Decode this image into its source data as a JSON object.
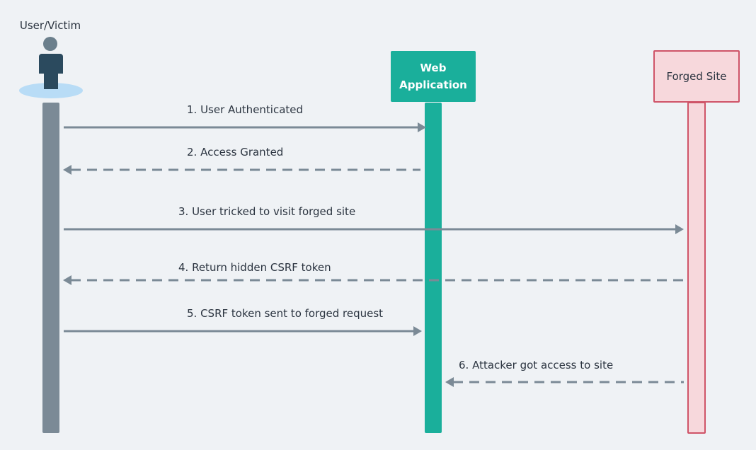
{
  "participants": {
    "user": "User/Victim",
    "web": "Web\nApplication",
    "forged": "Forged Site"
  },
  "messages": [
    {
      "label": "1. User Authenticated",
      "from": "user",
      "to": "web",
      "style": "solid"
    },
    {
      "label": "2. Access Granted",
      "from": "web",
      "to": "user",
      "style": "dashed"
    },
    {
      "label": "3. User tricked to visit forged site",
      "from": "user",
      "to": "forged",
      "style": "solid"
    },
    {
      "label": "4. Return hidden CSRF token",
      "from": "forged",
      "to": "user",
      "style": "dashed"
    },
    {
      "label": "5. CSRF token sent to forged request",
      "from": "user",
      "to": "web",
      "style": "solid"
    },
    {
      "label": "6. Attacker got access to site",
      "from": "forged",
      "to": "web",
      "style": "dashed"
    }
  ],
  "colors": {
    "background": "#eff2f5",
    "user_lifeline": "#7b8a96",
    "web_app": "#1aaf9b",
    "forged_fill": "#f7d8dc",
    "forged_border": "#cf5468",
    "arrow": "#7b8a96"
  },
  "icons": {
    "actor": "person-icon"
  }
}
